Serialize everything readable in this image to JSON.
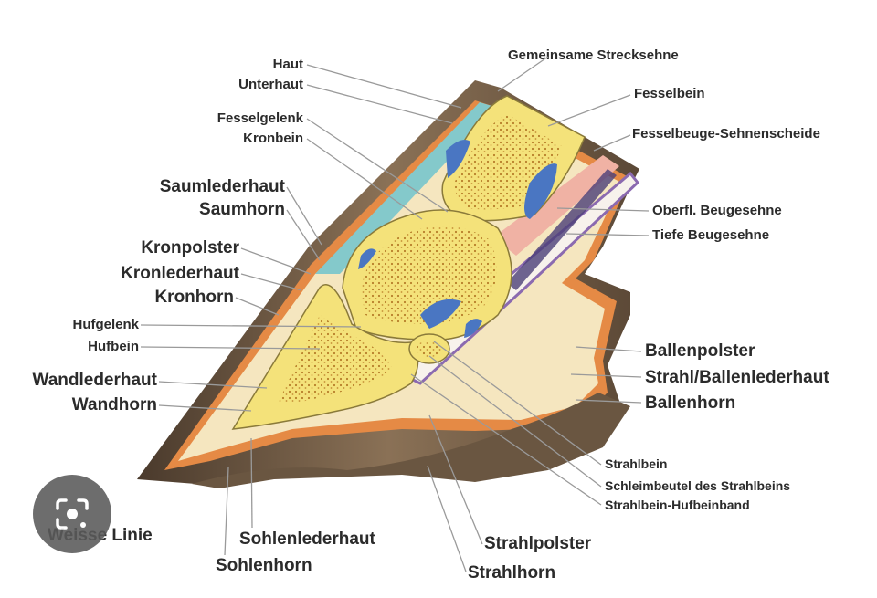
{
  "labels": {
    "haut": "Haut",
    "unterhaut": "Unterhaut",
    "fesselgelenk": "Fesselgelenk",
    "kronbein": "Kronbein",
    "saumlederhaut": "Saumlederhaut",
    "saumhorn": "Saumhorn",
    "kronpolster": "Kronpolster",
    "kronlederhaut": "Kronlederhaut",
    "kronhorn": "Kronhorn",
    "hufgelenk": "Hufgelenk",
    "hufbein": "Hufbein",
    "wandlederhaut": "Wandlederhaut",
    "wandhorn": "Wandhorn",
    "weisse_linie": "Weisse Linie",
    "sohlenlederhaut": "Sohlenlederhaut",
    "sohlenhorn": "Sohlenhorn",
    "strahlpolster": "Strahlpolster",
    "strahlhorn": "Strahlhorn",
    "gemeinsame_strecksehne": "Gemeinsame Strecksehne",
    "fesselbein": "Fesselbein",
    "fesselbeuge_sehnenscheide": "Fesselbeuge-Sehnenscheide",
    "oberfl_beugesehne": "Oberfl. Beugesehne",
    "tiefe_beugesehne": "Tiefe Beugesehne",
    "ballenpolster": "Ballenpolster",
    "strahl_ballenlederhaut": "Strahl/Ballenlederhaut",
    "ballenhorn": "Ballenhorn",
    "strahlbein": "Strahlbein",
    "schleimbeutel": "Schleimbeutel des Strahlbeins",
    "strahlbein_hufbeinband": "Strahlbein-Hufbeinband"
  },
  "colors": {
    "bone": "#f4e27a",
    "marrow": "#e9c44e",
    "cartilage": "#4a76c2",
    "tendon": "#f3eee6",
    "dermis": "#e8934f",
    "horn": "#6f5a44",
    "cushion": "#f6e8c2",
    "skin": "#7fc6c9",
    "pink": "#f0b4a8"
  },
  "overlay": {
    "lens_icon": "camera-lens-icon"
  }
}
